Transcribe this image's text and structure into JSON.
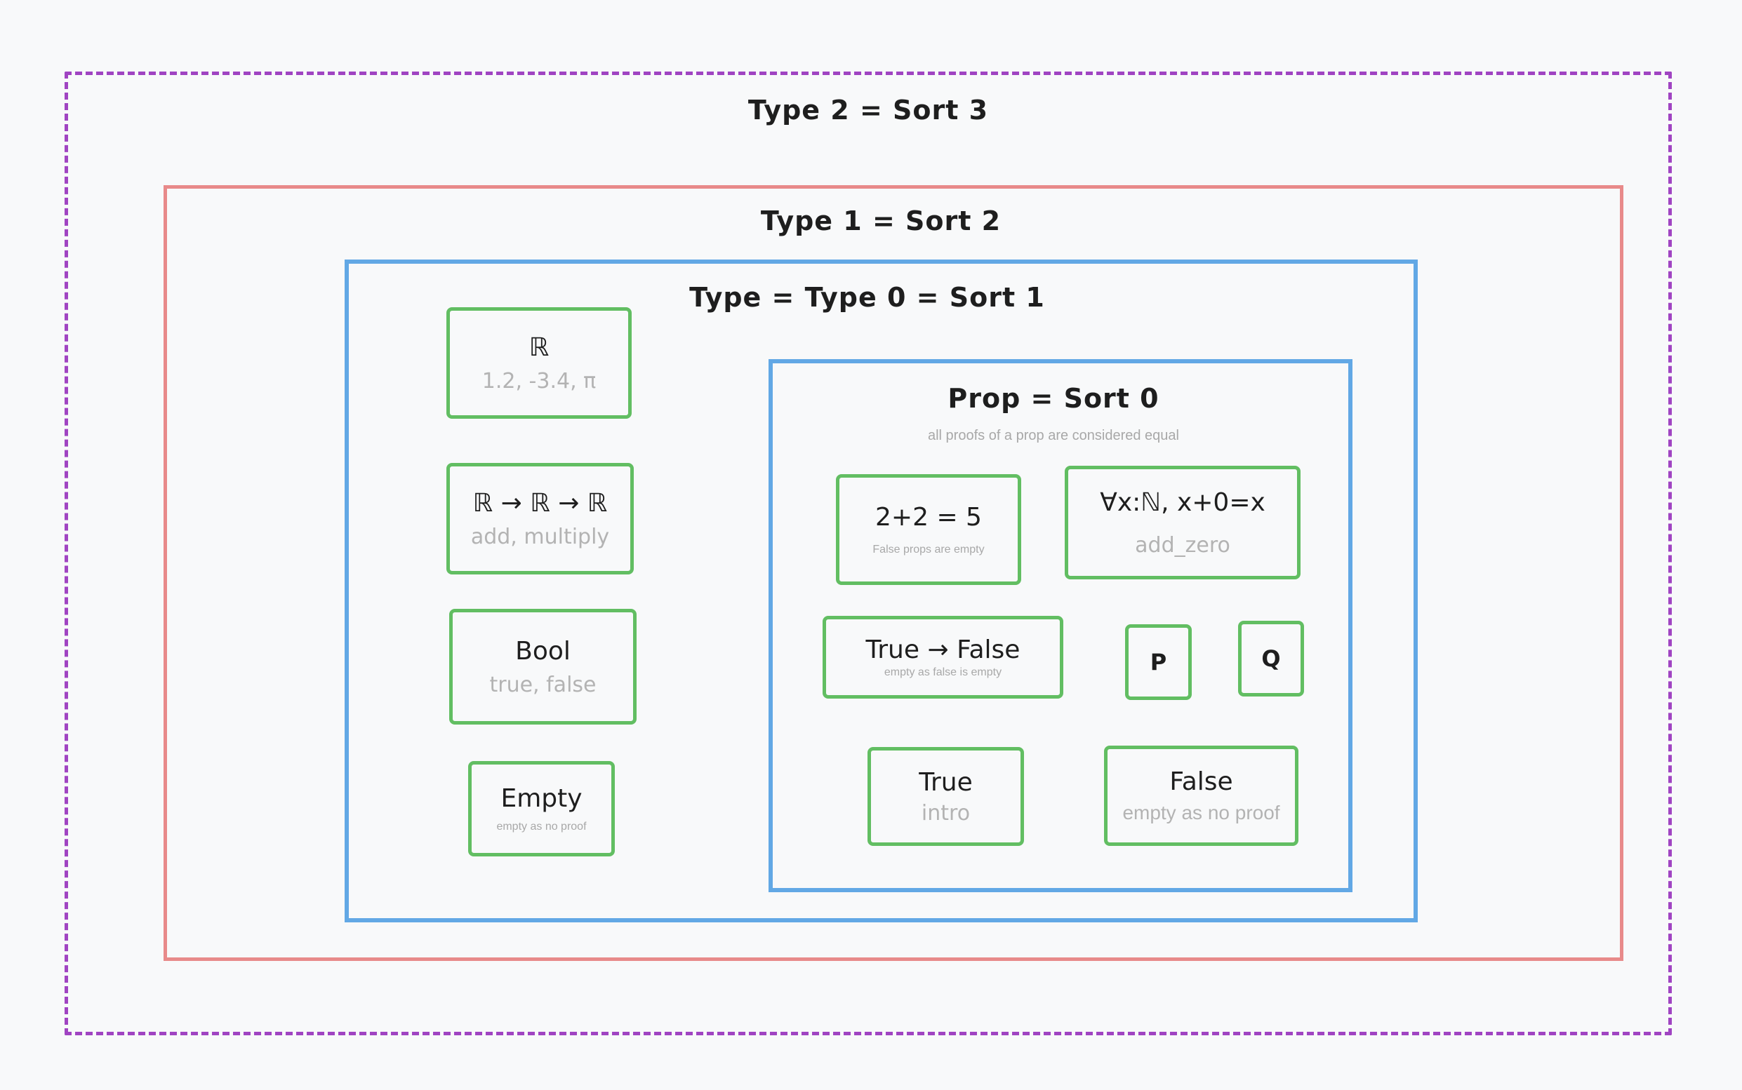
{
  "universes": {
    "type2": {
      "title": "Type 2 = Sort 3"
    },
    "type1": {
      "title": "Type 1 = Sort 2"
    },
    "type0": {
      "title": "Type = Type 0 = Sort 1"
    },
    "prop": {
      "title": "Prop = Sort 0",
      "note": "all proofs of a prop are considered equal"
    }
  },
  "types": [
    {
      "name": "ℝ",
      "examples": "1.2, -3.4, π"
    },
    {
      "name": "ℝ → ℝ → ℝ",
      "examples": "add, multiply"
    },
    {
      "name": "Bool",
      "examples": "true, false"
    },
    {
      "name": "Empty",
      "examples": "empty as no proof"
    }
  ],
  "props": [
    {
      "name": "2+2 = 5",
      "examples": "False props are empty"
    },
    {
      "name": "∀x:ℕ, x+0=x",
      "examples": "add_zero"
    },
    {
      "name": "True → False",
      "examples": "empty as false is empty"
    },
    {
      "name": "P",
      "examples": ""
    },
    {
      "name": "Q",
      "examples": ""
    },
    {
      "name": "True",
      "examples": "intro"
    },
    {
      "name": "False",
      "examples": "empty as no proof"
    }
  ],
  "colors": {
    "type2_border": "#a044c2",
    "type1_border": "#e88a8a",
    "type0_border": "#62a8e5",
    "term_border": "#62be62",
    "muted_text": "#b3b3b3"
  }
}
